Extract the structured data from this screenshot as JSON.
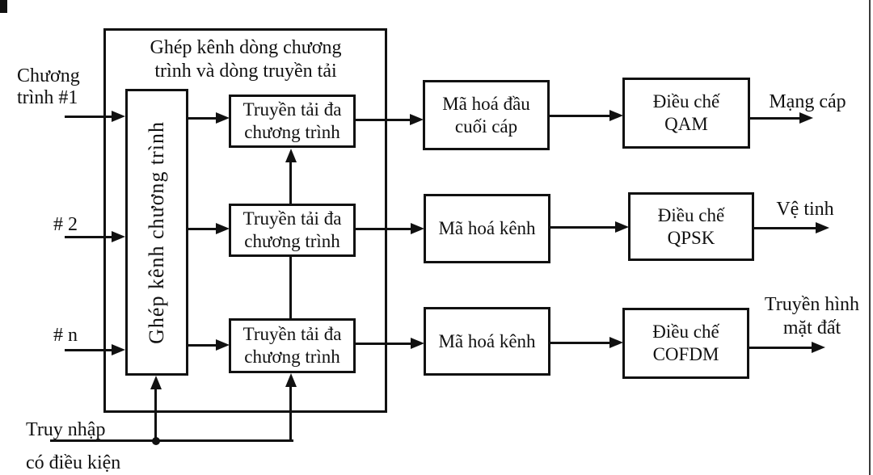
{
  "diagram_type": "block-diagram",
  "group": {
    "title": "Ghép kênh dòng chương trình và dòng truyền tải",
    "title_lines": [
      "Ghép kênh dòng chương",
      "trình và dòng truyền tải"
    ]
  },
  "inputs": [
    {
      "label": "Chương trình #1",
      "lines": [
        "Chương",
        "trình #1"
      ]
    },
    {
      "label": "# 2",
      "lines": [
        "# 2"
      ]
    },
    {
      "label": "# n",
      "lines": [
        "# n"
      ]
    }
  ],
  "program_mux": {
    "label": "Ghép kênh chương trình"
  },
  "transport": [
    {
      "label": "Truyền tải đa chương trình",
      "lines": [
        "Truyền tải đa",
        "chương trình"
      ]
    },
    {
      "label": "Truyền tải đa chương trình",
      "lines": [
        "Truyền tải đa",
        "chương trình"
      ]
    },
    {
      "label": "Truyền tải đa chương trình",
      "lines": [
        "Truyền tải đa",
        "chương trình"
      ]
    }
  ],
  "coding": [
    {
      "label": "Mã hoá đầu cuối cáp",
      "lines": [
        "Mã hoá đầu",
        "cuối cáp"
      ]
    },
    {
      "label": "Mã hoá kênh",
      "lines": [
        "Mã hoá kênh"
      ]
    },
    {
      "label": "Mã hoá kênh",
      "lines": [
        "Mã hoá kênh"
      ]
    }
  ],
  "modulation": [
    {
      "label": "Điều chế QAM",
      "lines": [
        "Điều chế",
        "QAM"
      ]
    },
    {
      "label": "Điều chế QPSK",
      "lines": [
        "Điều chế",
        "QPSK"
      ]
    },
    {
      "label": "Điều chế COFDM",
      "lines": [
        "Điều chế",
        "COFDM"
      ]
    }
  ],
  "outputs": [
    {
      "label": "Mạng cáp",
      "lines": [
        "Mạng cáp"
      ]
    },
    {
      "label": "Vệ tinh",
      "lines": [
        "Vệ tinh"
      ]
    },
    {
      "label": "Truyền hình mặt đất",
      "lines": [
        "Truyền hình",
        "mặt đất"
      ]
    }
  ],
  "conditional_access": {
    "label": "Truy nhập có điều kiện",
    "lines": [
      "Truy nhập",
      "có điều kiện"
    ]
  },
  "colors": {
    "ink": "#111111",
    "background": "#ffffff"
  }
}
